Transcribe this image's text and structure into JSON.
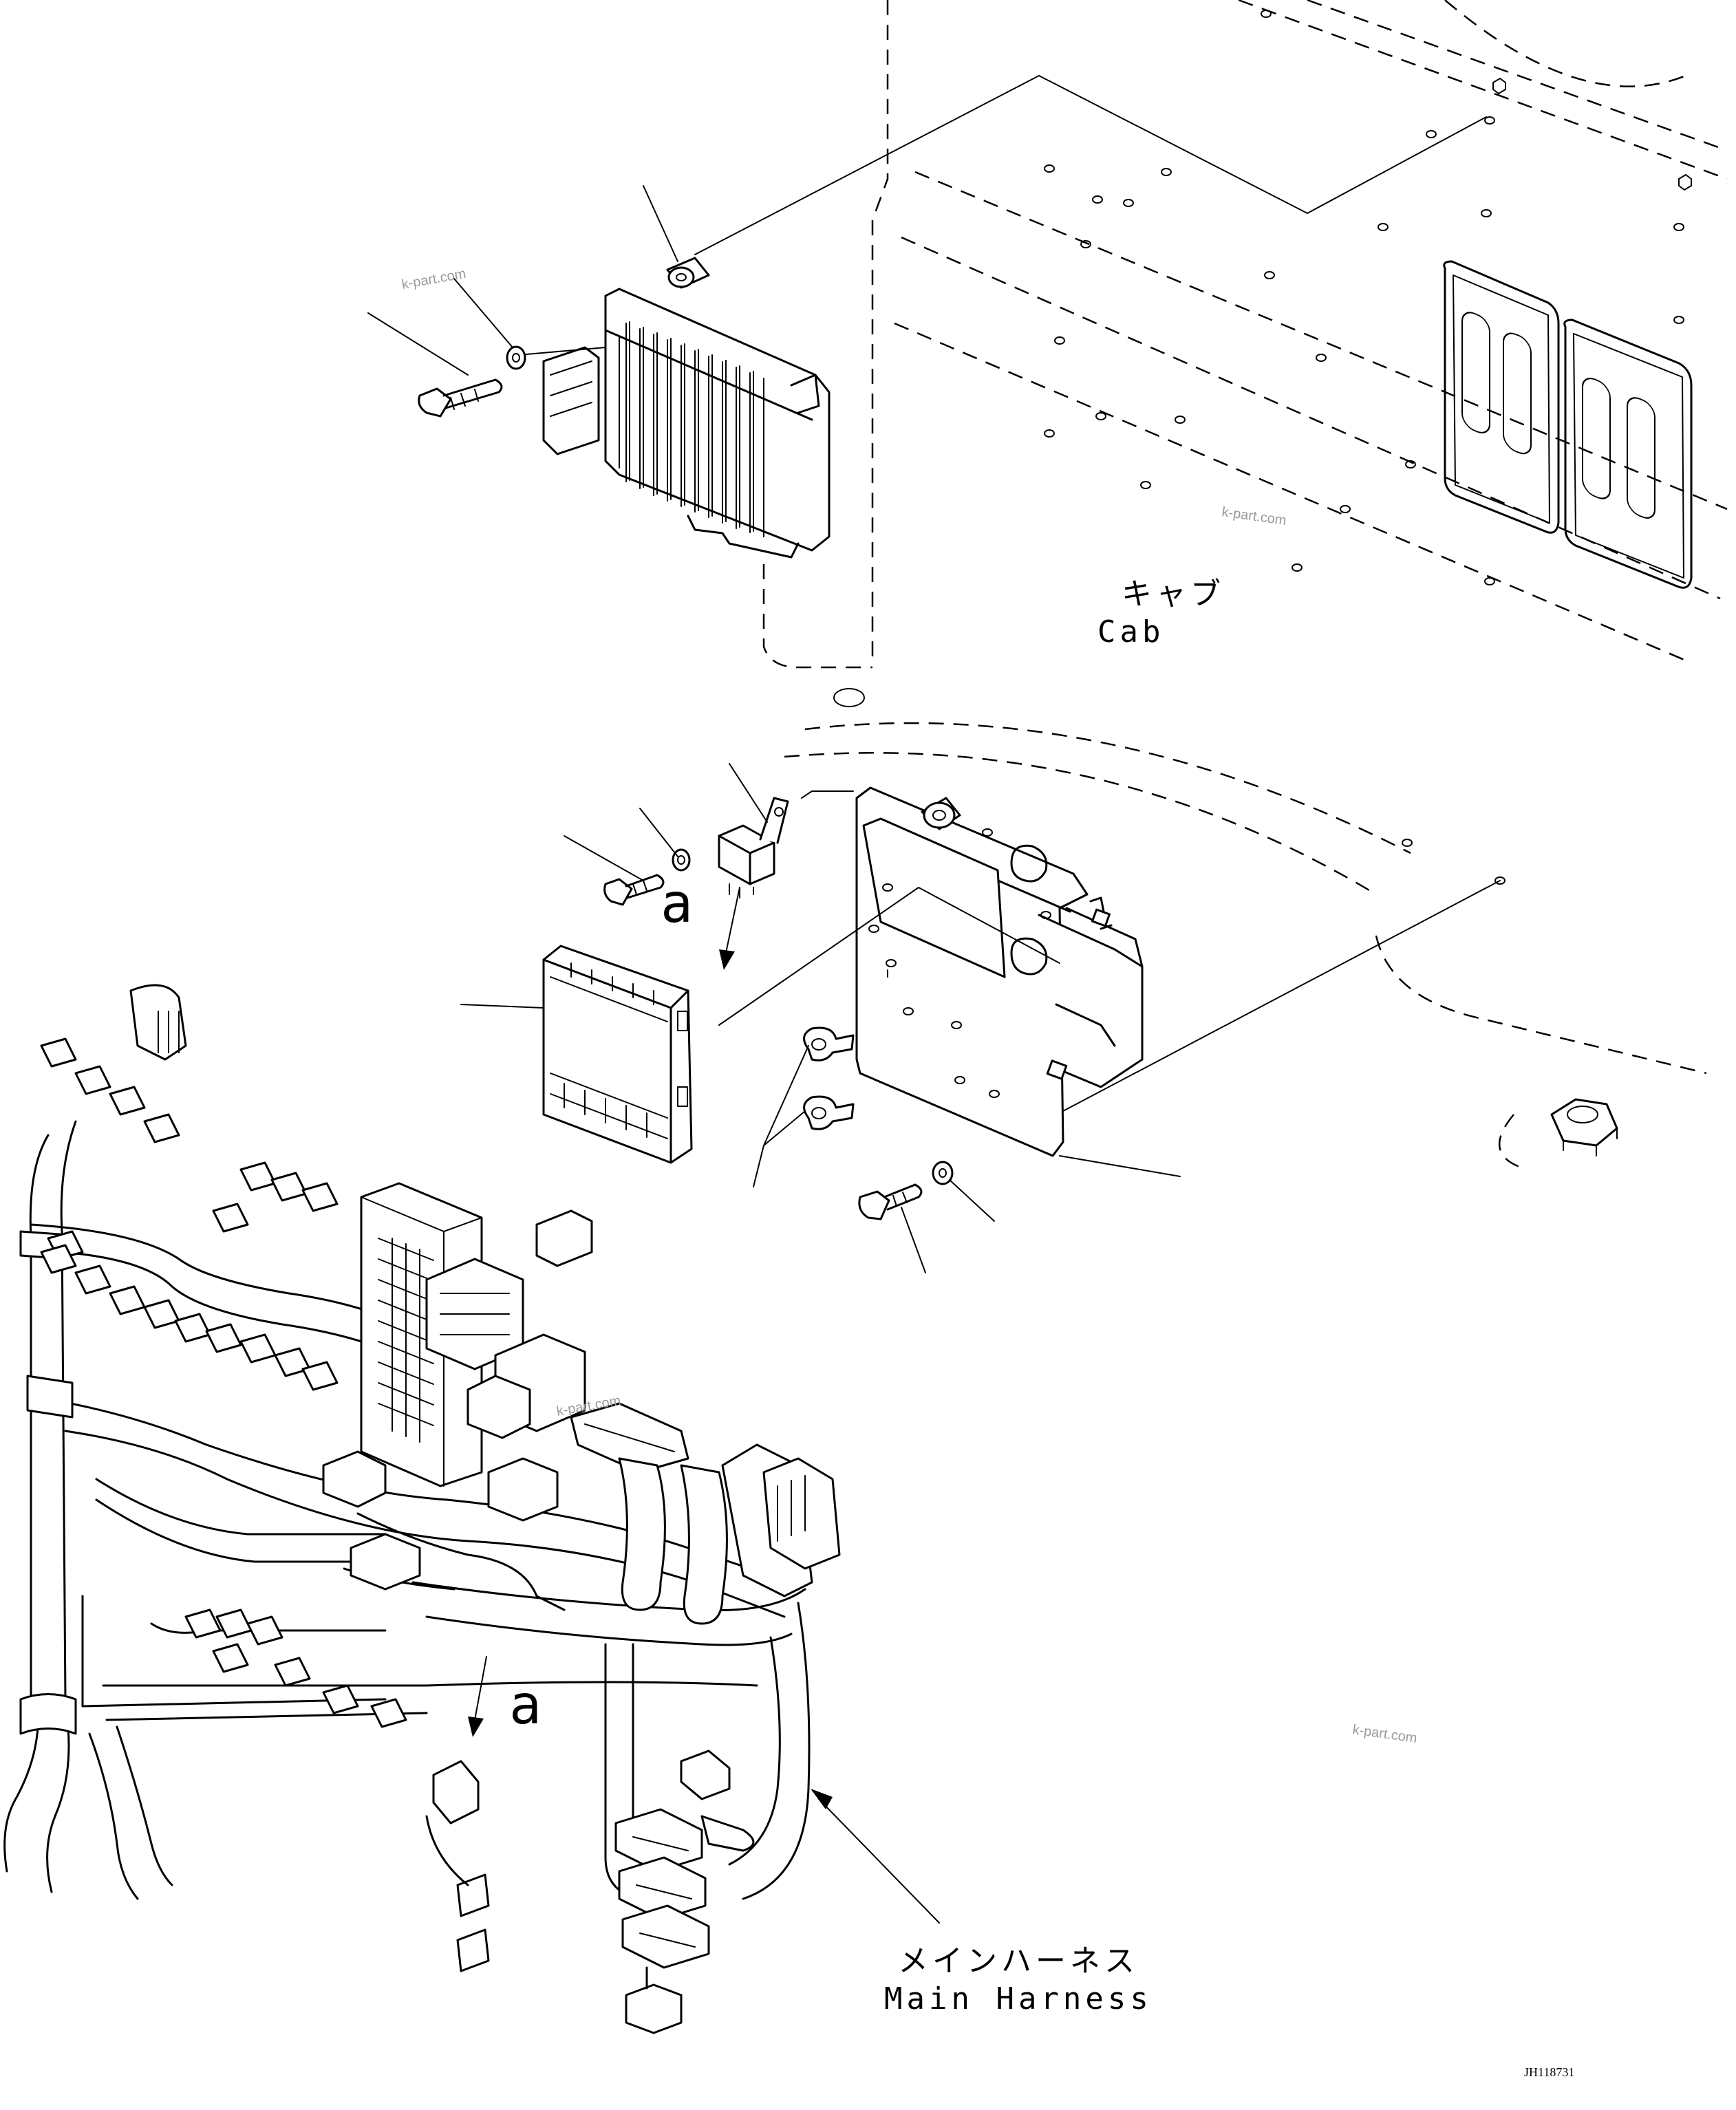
{
  "labels": {
    "cab_jp": "キャブ",
    "cab_en": "Cab",
    "harness_jp": "メインハーネス",
    "harness_en": "Main Harness",
    "view_a_top": "a",
    "view_a_bottom": "a"
  },
  "watermarks": [
    "k-part.com",
    "k-part.com",
    "k-part.com",
    "k-part.com"
  ],
  "drawing_code": "JH118731"
}
